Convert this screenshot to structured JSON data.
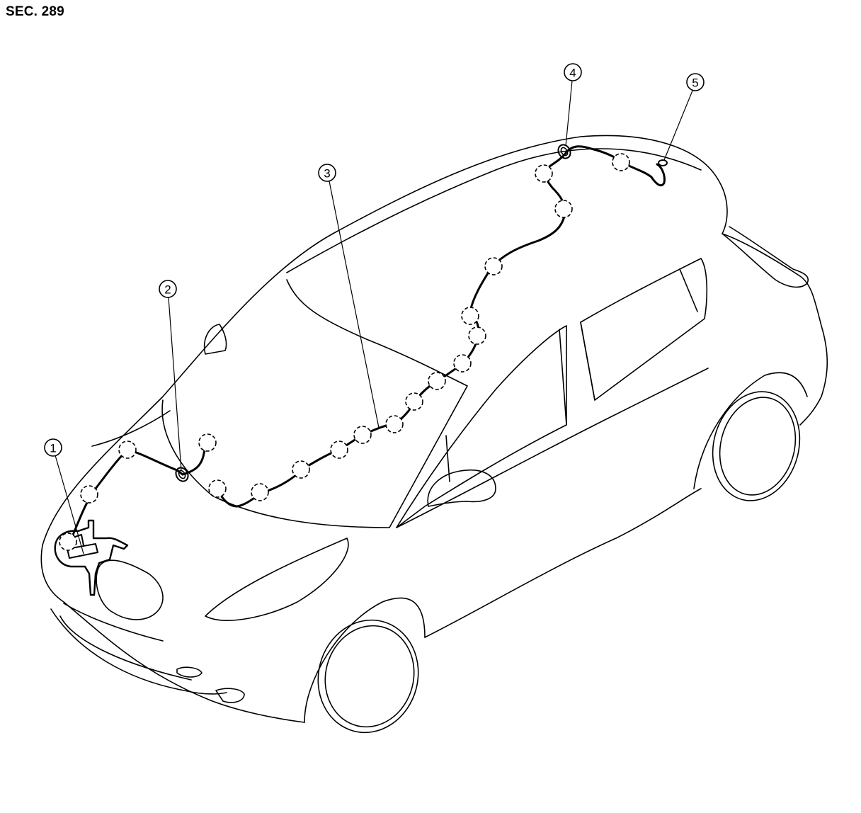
{
  "section_label": "SEC. 289",
  "callouts": [
    {
      "id": "1",
      "label": "1",
      "icon": "washer-tank-icon"
    },
    {
      "id": "2",
      "label": "2",
      "icon": "grommet-icon"
    },
    {
      "id": "3",
      "label": "3",
      "icon": "washer-tube-icon"
    },
    {
      "id": "4",
      "label": "4",
      "icon": "grommet-icon"
    },
    {
      "id": "5",
      "label": "5",
      "icon": "rear-washer-nozzle-icon"
    }
  ],
  "colors": {
    "line": "#000000",
    "background": "#ffffff"
  }
}
